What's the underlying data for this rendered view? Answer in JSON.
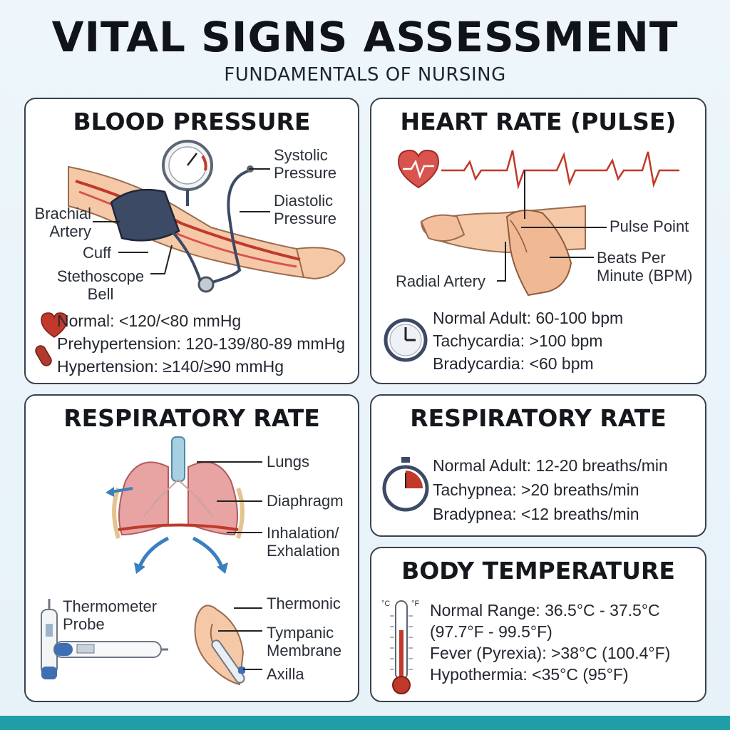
{
  "header": {
    "title": "VITAL SIGNS ASSESSMENT",
    "subtitle": "FUNDAMENTALS OF NURSING"
  },
  "blood_pressure": {
    "title": "BLOOD PRESSURE",
    "labels": {
      "systolic": [
        "Systolic",
        "Pressure"
      ],
      "diastolic": [
        "Diastolic",
        "Pressure"
      ],
      "brachial": [
        "Brachial",
        "Artery"
      ],
      "cuff": "Cuff",
      "stethoscope": [
        "Stethoscope",
        "Bell"
      ]
    },
    "ranges": [
      "Normal: <120/<80 mmHg",
      "Prehypertension: 120-139/80-89 mmHg",
      "Hypertension: ≥140/≥90 mmHg"
    ]
  },
  "heart_rate": {
    "title": "HEART RATE (PULSE)",
    "labels": {
      "pulse_point": "Pulse Point",
      "bpm": [
        "Beats Per",
        "Minute (BPM)"
      ],
      "radial": "Radial Artery"
    },
    "ranges": [
      "Normal Adult: 60-100 bpm",
      "Tachycardia: >100 bpm",
      "Bradycardia: <60 bpm"
    ]
  },
  "respiratory_diagram": {
    "title": "RESPIRATORY RATE",
    "labels": {
      "lungs": "Lungs",
      "diaphragm": "Diaphragm",
      "inhalation": [
        "Inhalation/",
        "Exhalation"
      ],
      "thermometer": [
        "Thermometer",
        "Probe"
      ],
      "thermonic": "Thermonic",
      "tympanic": [
        "Tympanic",
        "Membrane"
      ],
      "axilla": "Axilla"
    }
  },
  "respiratory_rate": {
    "title": "RESPIRATORY RATE",
    "ranges": [
      "Normal Adult: 12-20 breaths/min",
      "Tachypnea: >20 breaths/min",
      "Bradypnea: <12 breaths/min"
    ]
  },
  "body_temperature": {
    "title": "BODY TEMPERATURE",
    "ranges": [
      "Normal Range: 36.5°C - 37.5°C",
      "(97.7°F - 99.5°F)",
      "Fever (Pyrexia): >38°C (100.4°F)",
      "Hypothermia: <35°C (95°F)"
    ],
    "scale_units": [
      "°C",
      "°F"
    ]
  },
  "colors": {
    "accent": "#1f9ea5",
    "artery": "#c0392b",
    "border": "#3a4250"
  }
}
